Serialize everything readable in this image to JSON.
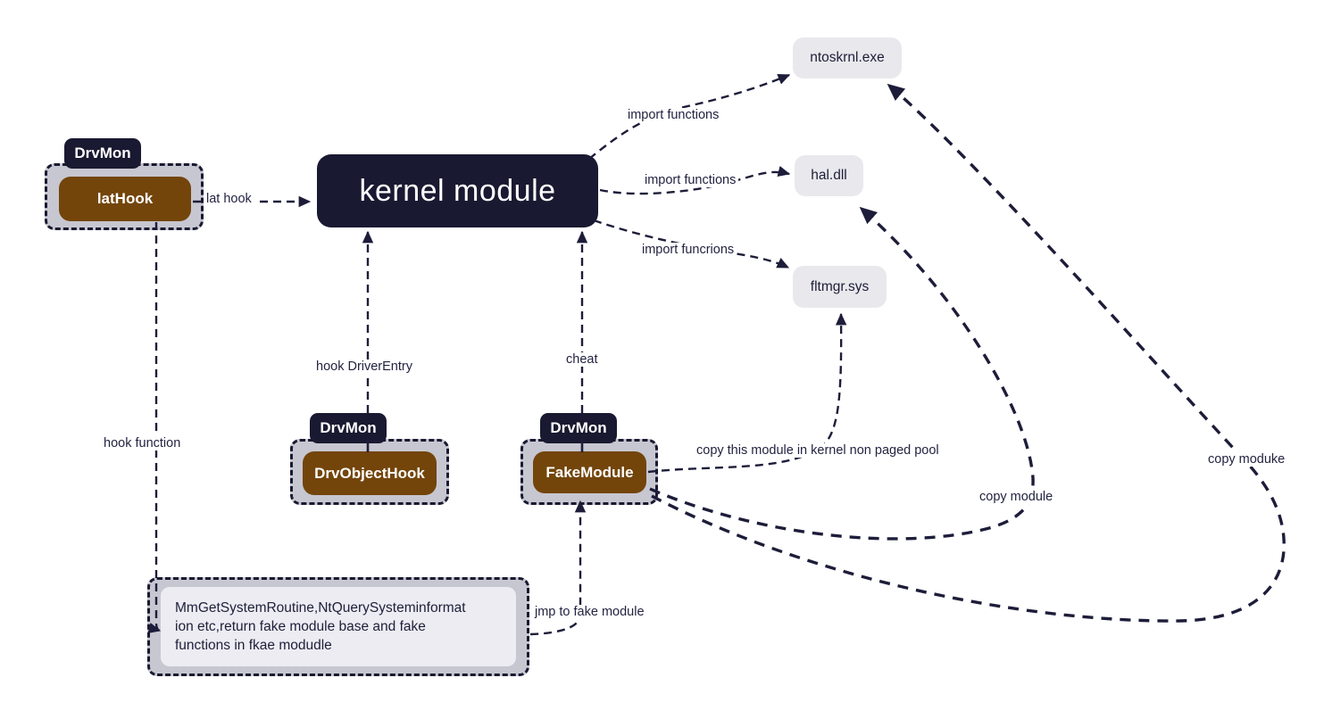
{
  "diagram": {
    "kernel_module": "kernel module",
    "groups": [
      {
        "tab": "DrvMon",
        "module": "latHook"
      },
      {
        "tab": "DrvMon",
        "module": "DrvObjectHook"
      },
      {
        "tab": "DrvMon",
        "module": "FakeModule"
      }
    ],
    "system_modules": [
      "ntoskrnl.exe",
      "hal.dll",
      "fltmgr.sys"
    ],
    "note": "MmGetSystemRoutine,NtQuerySysteminformat\nion etc,return fake module base and fake\nfunctions in fkae modudle",
    "edge_labels": {
      "lat_hook": "lat hook",
      "import_functions_1": "import functions",
      "import_functions_2": "import functions",
      "import_funcrions": "import funcrions",
      "hook_driverentry": "hook DriverEntry",
      "cheat": "cheat",
      "hook_function": "hook function",
      "copy_this_module": "copy this module in kernel non paged pool",
      "copy_module": "copy module",
      "copy_moduke": "copy moduke",
      "jmp_to_fake_module": "jmp to fake module"
    },
    "colors": {
      "navy": "#191931",
      "brown": "#73450b",
      "panel_gray": "#c7c7d1",
      "system_box_gray": "#e9e8ec",
      "note_inner_gray": "#edecf2",
      "background": "#ffffff"
    }
  }
}
